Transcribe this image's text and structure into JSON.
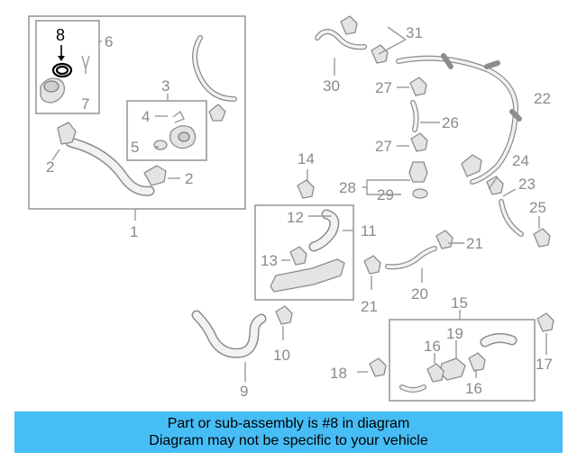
{
  "diagram": {
    "highlighted_callout": "8",
    "callouts": {
      "c1": "1",
      "c2a": "2",
      "c2b": "2",
      "c3": "3",
      "c4": "4",
      "c5": "5",
      "c6": "6",
      "c7": "7",
      "c8": "8",
      "c9": "9",
      "c10": "10",
      "c11": "11",
      "c12": "12",
      "c13": "13",
      "c14": "14",
      "c15": "15",
      "c16a": "16",
      "c16b": "16",
      "c17": "17",
      "c18": "18",
      "c19": "19",
      "c20": "20",
      "c21a": "21",
      "c21b": "21",
      "c22": "22",
      "c23": "23",
      "c24": "24",
      "c25": "25",
      "c26": "26",
      "c27a": "27",
      "c27b": "27",
      "c28": "28",
      "c29": "29",
      "c30": "30",
      "c31": "31"
    }
  },
  "notice": {
    "line1": "Part or sub-assembly is #8 in diagram",
    "line2": "Diagram may not be specific to your vehicle",
    "background": "#47bdf5"
  }
}
